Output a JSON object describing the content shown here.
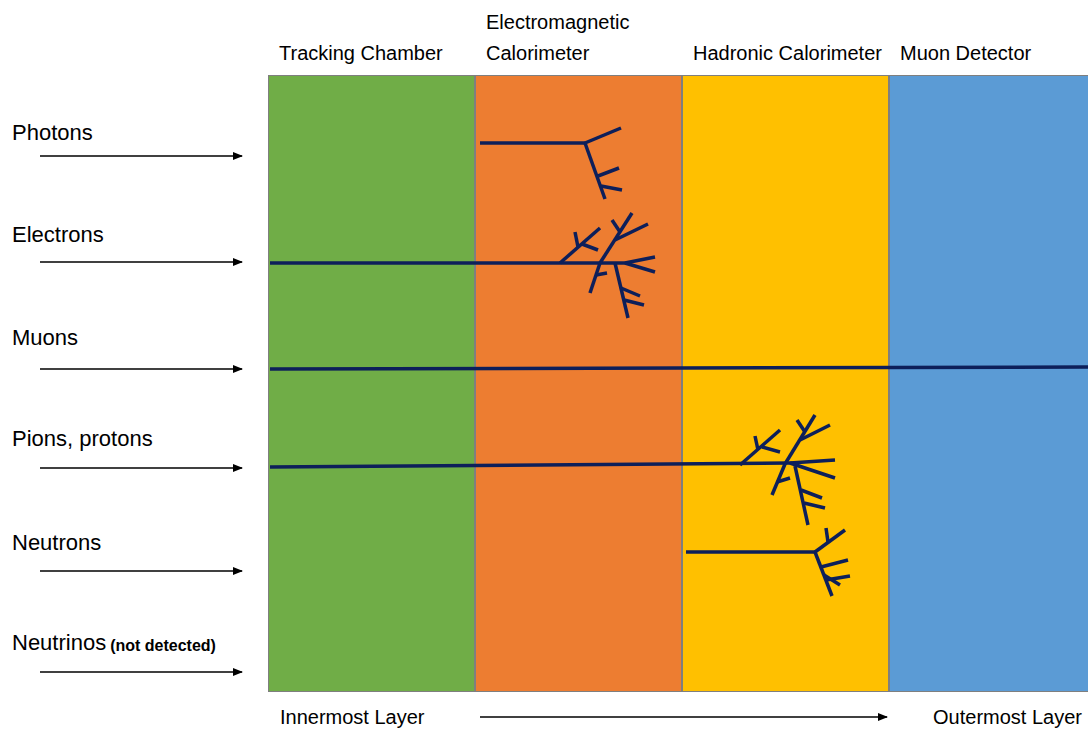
{
  "diagram": {
    "nodes": [
      {
        "text": [
          "Tracking Chamber"
        ]
      },
      {
        "text": [
          "Electromagnetic Calorimeter"
        ]
      },
      {
        "text": [
          "Hadronic Calorimeter"
        ]
      },
      {
        "text": [
          "Muon Detector"
        ]
      }
    ],
    "labels": [
      "Photons",
      "Electrons",
      "Muons",
      "Pions, protons",
      "Neutrons",
      "Neutrinos",
      "(not detected)",
      "Innermost Layer",
      "Outermost Layer"
    ]
  }
}
